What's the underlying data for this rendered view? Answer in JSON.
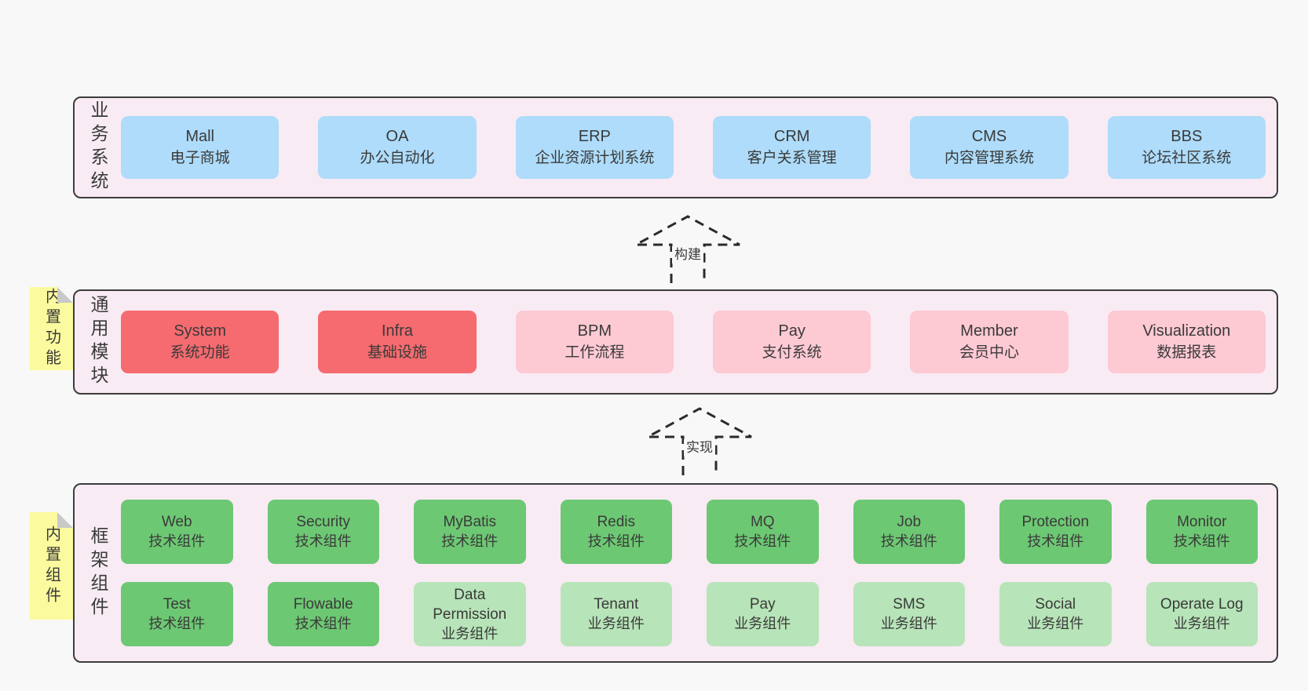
{
  "diagram": {
    "layers": [
      {
        "label": "业务系统",
        "boxes": [
          {
            "title": "Mall",
            "subtitle": "电子商城"
          },
          {
            "title": "OA",
            "subtitle": "办公自动化"
          },
          {
            "title": "ERP",
            "subtitle": "企业资源计划系统"
          },
          {
            "title": "CRM",
            "subtitle": "客户关系管理"
          },
          {
            "title": "CMS",
            "subtitle": "内容管理系统"
          },
          {
            "title": "BBS",
            "subtitle": "论坛社区系统"
          }
        ]
      },
      {
        "label": "通用模块",
        "note": "内置功能",
        "boxes": [
          {
            "title": "System",
            "subtitle": "系统功能"
          },
          {
            "title": "Infra",
            "subtitle": "基础设施"
          },
          {
            "title": "BPM",
            "subtitle": "工作流程"
          },
          {
            "title": "Pay",
            "subtitle": "支付系统"
          },
          {
            "title": "Member",
            "subtitle": "会员中心"
          },
          {
            "title": "Visualization",
            "subtitle": "数据报表"
          }
        ]
      },
      {
        "label": "框架组件",
        "note": "内置组件",
        "rows": [
          {
            "boxes": [
              {
                "title": "Web",
                "subtitle": "技术组件"
              },
              {
                "title": "Security",
                "subtitle": "技术组件"
              },
              {
                "title": "MyBatis",
                "subtitle": "技术组件"
              },
              {
                "title": "Redis",
                "subtitle": "技术组件"
              },
              {
                "title": "MQ",
                "subtitle": "技术组件"
              },
              {
                "title": "Job",
                "subtitle": "技术组件"
              },
              {
                "title": "Protection",
                "subtitle": "技术组件"
              },
              {
                "title": "Monitor",
                "subtitle": "技术组件"
              }
            ]
          },
          {
            "boxes": [
              {
                "title": "Test",
                "subtitle": "技术组件"
              },
              {
                "title": "Flowable",
                "subtitle": "技术组件"
              },
              {
                "title": "Data Permission",
                "subtitle": "业务组件"
              },
              {
                "title": "Tenant",
                "subtitle": "业务组件"
              },
              {
                "title": "Pay",
                "subtitle": "业务组件"
              },
              {
                "title": "SMS",
                "subtitle": "业务组件"
              },
              {
                "title": "Social",
                "subtitle": "业务组件"
              },
              {
                "title": "Operate Log",
                "subtitle": "业务组件"
              }
            ]
          }
        ]
      }
    ],
    "arrows": [
      {
        "label": "构建"
      },
      {
        "label": "实现"
      }
    ],
    "colors": {
      "page_bg": "#f8f8f8",
      "panel_bg": "#f8ebf4",
      "panel_border": "#3c3c3c",
      "business_system_box": "#aedcfa",
      "core_module_box": "#f56b6f",
      "module_box": "#fdc9d3",
      "tech_component_box": "#6dc873",
      "biz_component_box": "#b7e4b8",
      "sticky_note": "#fbfa9e",
      "text": "#3a3a3a"
    }
  }
}
